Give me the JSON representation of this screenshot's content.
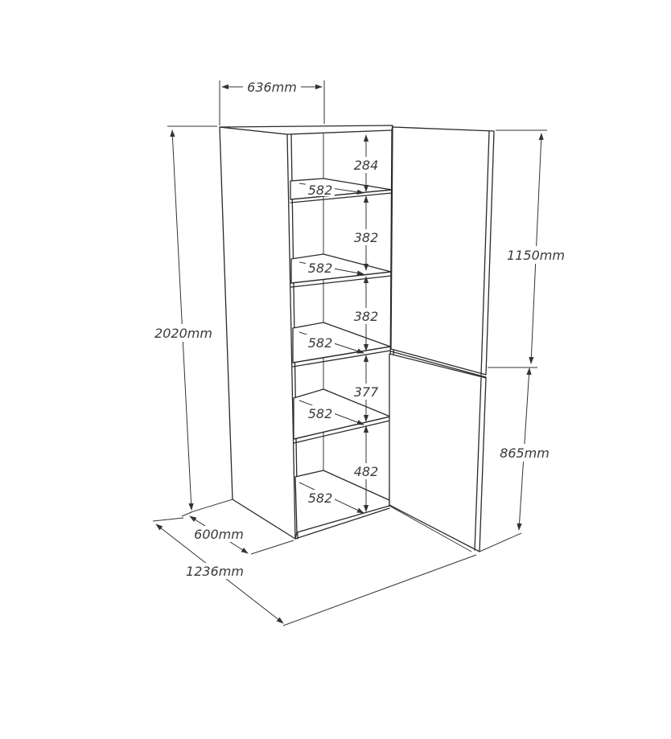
{
  "dimensions": {
    "top_width": "636mm",
    "total_height": "2020mm",
    "upper_door_height": "1150mm",
    "lower_door_height": "865mm",
    "depth": "600mm",
    "total_width": "1236mm"
  },
  "shelves": {
    "gaps": [
      "284",
      "382",
      "382",
      "377",
      "482"
    ],
    "depths": [
      "582",
      "582",
      "582",
      "582",
      "582"
    ]
  },
  "colors": {
    "line": "#2a2a2a",
    "text": "#3a3a3a",
    "background": "#ffffff"
  }
}
